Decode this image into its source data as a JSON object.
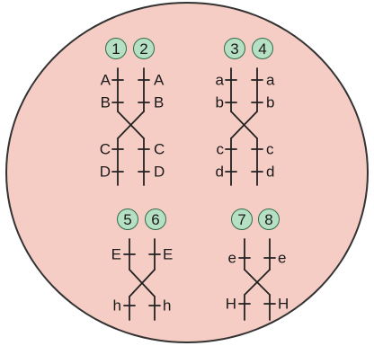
{
  "colors": {
    "cell_fill": "#f6cdc4",
    "badge_fill": "#b6e0c4",
    "line": "#222222"
  },
  "groups": [
    {
      "badges": [
        "1",
        "2"
      ],
      "left": [
        "A",
        "B",
        "C",
        "D"
      ],
      "right": [
        "A",
        "B",
        "C",
        "D"
      ]
    },
    {
      "badges": [
        "3",
        "4"
      ],
      "left": [
        "a",
        "b",
        "c",
        "d"
      ],
      "right": [
        "a",
        "b",
        "c",
        "d"
      ]
    },
    {
      "badges": [
        "5",
        "6"
      ],
      "left": [
        "E",
        "h"
      ],
      "right": [
        "E",
        "h"
      ]
    },
    {
      "badges": [
        "7",
        "8"
      ],
      "left": [
        "e",
        "H"
      ],
      "right": [
        "e",
        "H"
      ]
    }
  ]
}
